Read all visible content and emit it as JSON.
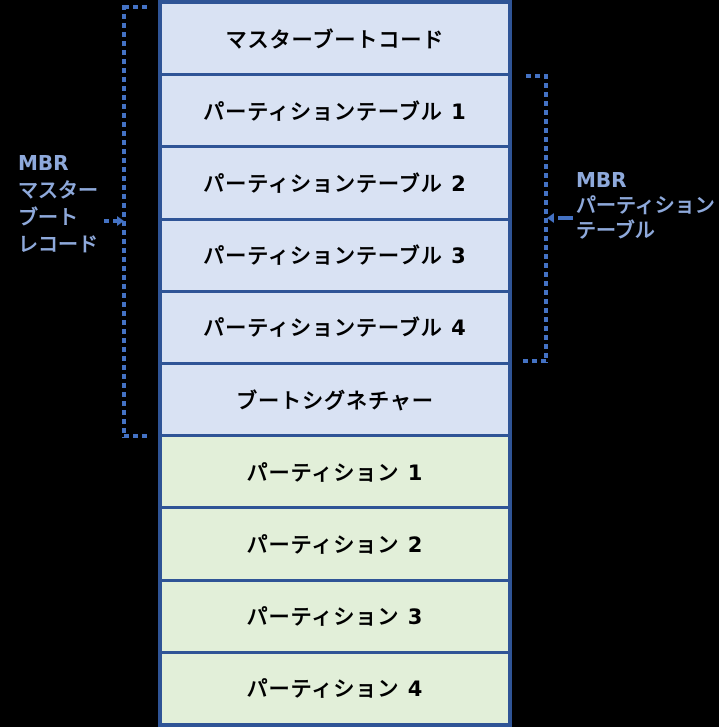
{
  "stack": {
    "rows": [
      {
        "label": "マスターブートコード",
        "section": "mbr",
        "fill": "#D9E2F3"
      },
      {
        "label": "パーティションテーブル 1",
        "section": "mbr",
        "fill": "#D9E2F3"
      },
      {
        "label": "パーティションテーブル 2",
        "section": "mbr",
        "fill": "#D9E2F3"
      },
      {
        "label": "パーティションテーブル 3",
        "section": "mbr",
        "fill": "#D9E2F3"
      },
      {
        "label": "パーティションテーブル 4",
        "section": "mbr",
        "fill": "#D9E2F3"
      },
      {
        "label": "ブートシグネチャー",
        "section": "mbr",
        "fill": "#D9E2F3"
      },
      {
        "label": "パーティション 1",
        "section": "partition",
        "fill": "#E2EFD9"
      },
      {
        "label": "パーティション 2",
        "section": "partition",
        "fill": "#E2EFD9"
      },
      {
        "label": "パーティション 3",
        "section": "partition",
        "fill": "#E2EFD9"
      },
      {
        "label": "パーティション 4",
        "section": "partition",
        "fill": "#E2EFD9"
      }
    ]
  },
  "left_label": {
    "lines": [
      "MBR",
      "マスター",
      "ブート",
      "レコード"
    ]
  },
  "right_label": {
    "lines": [
      "MBR",
      "パーティション",
      "テーブル"
    ]
  },
  "colors": {
    "background": "#000000",
    "box_blue": "#D9E2F3",
    "box_green": "#E2EFD9",
    "box_border": "#2F5496",
    "bracket": "#4472C4",
    "side_label_text": "#8EA9DB",
    "box_text": "#000000"
  }
}
